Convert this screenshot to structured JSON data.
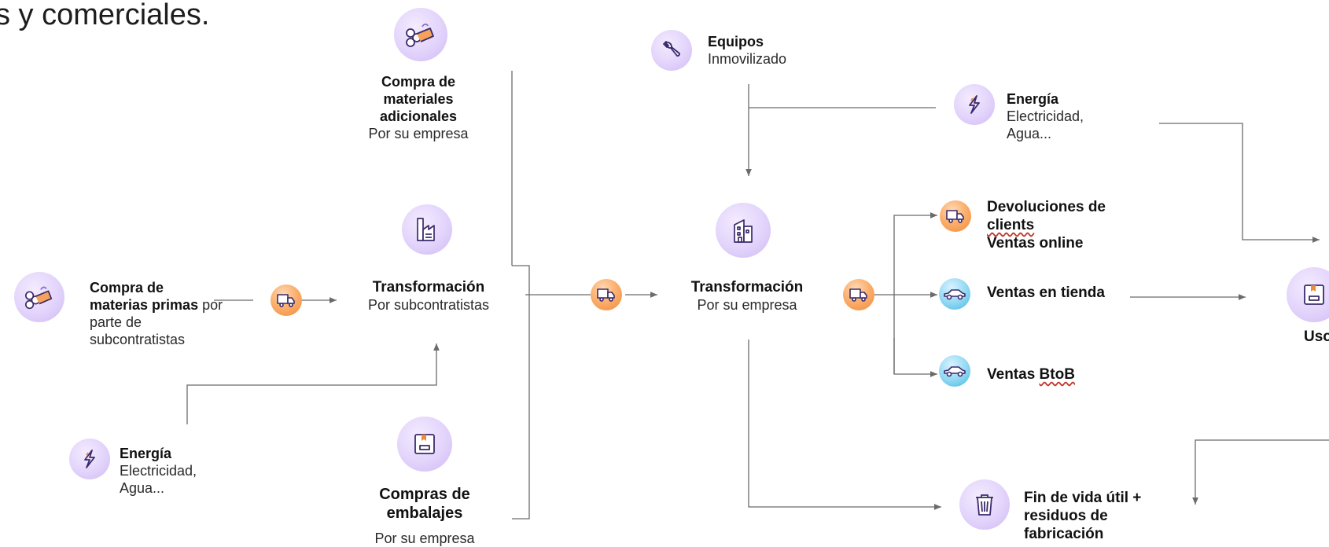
{
  "header_fragment": "s y comerciales.",
  "nodes": {
    "equipos": {
      "title": "Equipos",
      "subtitle": "Inmovilizado"
    },
    "energia_top": {
      "title": "Energía",
      "line1": "Electricidad,",
      "line2": "Agua..."
    },
    "compra_materiales": {
      "line1": "Compra de",
      "line2": "materiales",
      "line3": "adicionales",
      "subtitle": "Por su empresa"
    },
    "materias_primas": {
      "line1": "Compra de",
      "line2_bold": "materias primas",
      "line2_rest": " por",
      "line3": "parte de",
      "line4": "subcontratistas"
    },
    "transformacion_sub": {
      "title": "Transformación",
      "subtitle": "Por subcontratistas"
    },
    "transformacion_emp": {
      "title": "Transformación",
      "subtitle": "Por su empresa"
    },
    "energia_bottom": {
      "title": "Energía",
      "line1": "Electricidad,",
      "line2": "Agua..."
    },
    "embalajes": {
      "line1": "Compras de",
      "line2": "embalajes",
      "subtitle": "Por su empresa"
    },
    "devoluciones": {
      "line1": "Devoluciones de",
      "line2": "clients",
      "line3": "Ventas online"
    },
    "ventas_tienda": {
      "title": "Ventas en tienda"
    },
    "ventas_btob": {
      "title_prefix": "Ventas ",
      "title_underlined": "BtoB"
    },
    "fin_vida": {
      "line1": "Fin de vida útil +",
      "line2": "residuos de",
      "line3": "fabricación"
    },
    "uso": {
      "title": "Uso"
    }
  },
  "colors": {
    "purple_bg": "#e2d3fb",
    "orange_bg": "#f7a25a",
    "blue_bg": "#8fd7f2",
    "line": "#6b6b6b",
    "icon_stroke": "#3b2a6b"
  },
  "icons": [
    "logs-icon",
    "wrench-icon",
    "lightning-icon",
    "factory-icon",
    "truck-icon",
    "building-icon",
    "car-icon",
    "package-icon",
    "trash-icon"
  ]
}
